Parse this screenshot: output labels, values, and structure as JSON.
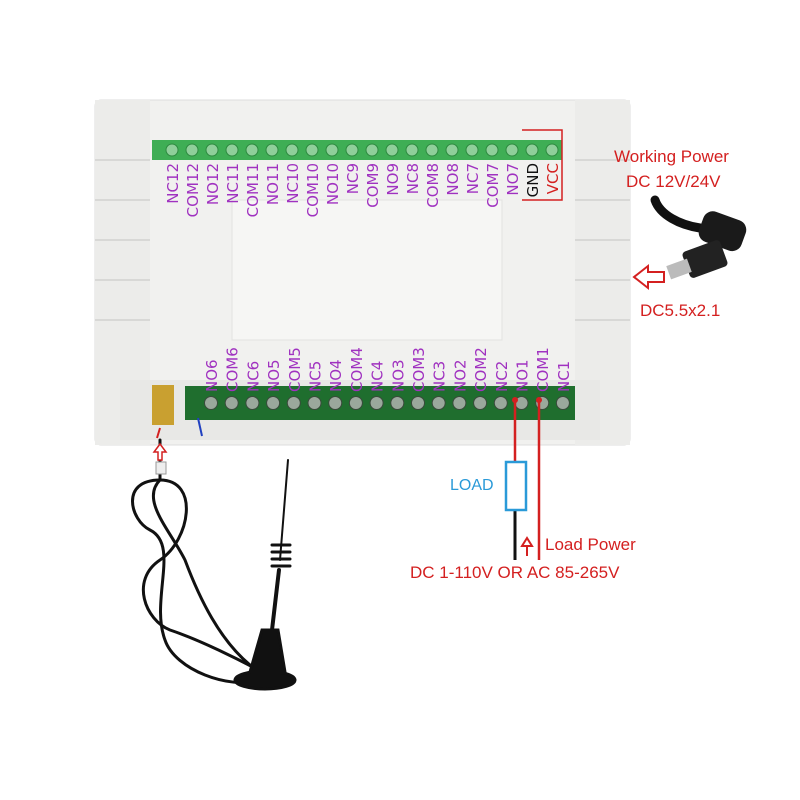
{
  "top_terminals": [
    "NC12",
    "COM12",
    "NO12",
    "NC11",
    "COM11",
    "NO11",
    "NC10",
    "COM10",
    "NO10",
    "NC9",
    "COM9",
    "NO9",
    "NC8",
    "COM8",
    "NO8",
    "NC7",
    "COM7",
    "NO7",
    "GND",
    "VCC"
  ],
  "bottom_terminals": [
    "NO6",
    "COM6",
    "NC6",
    "NO5",
    "COM5",
    "NC5",
    "NO4",
    "COM4",
    "NC4",
    "NO3",
    "COM3",
    "NC3",
    "NO2",
    "COM2",
    "NC2",
    "NO1",
    "COM1",
    "NC1"
  ],
  "annotations": {
    "working_power": "Working Power",
    "power_voltage": "DC 12V/24V",
    "jack_size": "DC5.5x2.1",
    "load": "LOAD",
    "load_power": "Load Power",
    "load_voltage": "DC 1-110V OR AC 85-265V"
  },
  "colors": {
    "label": "#a032c0",
    "annotation": "#d42020",
    "load": "#2a9ad8",
    "terminal": "#3fae55"
  }
}
